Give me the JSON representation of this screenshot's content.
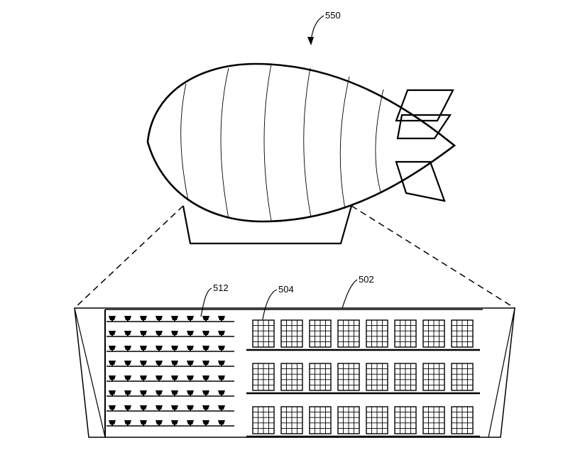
{
  "figure": {
    "reference_numerals": {
      "airship": "550",
      "drone_bays": "512",
      "inventory_unit": "504",
      "fulfillment_center": "502"
    },
    "storage": {
      "shelf_levels": 3,
      "units_per_shelf": 8
    },
    "drone_bays": {
      "rows": 8,
      "drones_per_row": 8
    },
    "colors": {
      "line": "#000000",
      "background": "#ffffff"
    }
  }
}
